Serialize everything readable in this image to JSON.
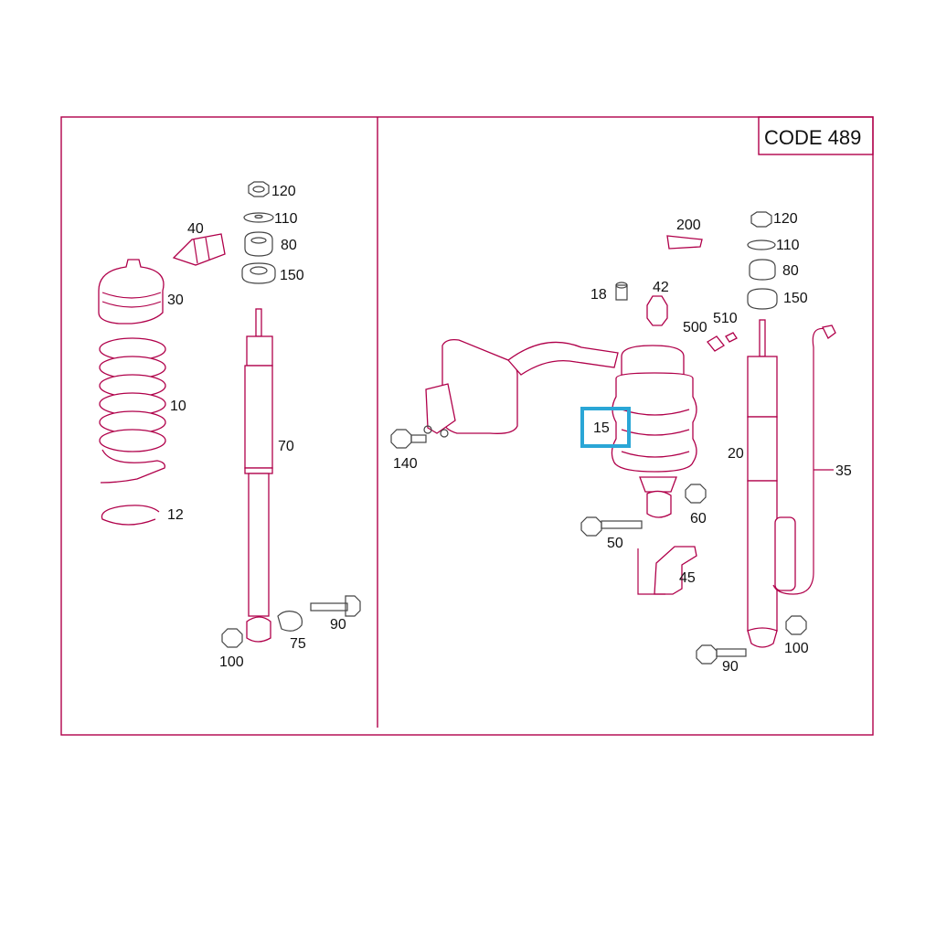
{
  "code_box": {
    "text": "CODE 489"
  },
  "labels": {
    "l_120": "120",
    "l_110": "110",
    "l_80": "80",
    "l_150": "150",
    "l_40": "40",
    "l_30": "30",
    "l_10": "10",
    "l_12": "12",
    "l_70": "70",
    "l_90": "90",
    "l_75": "75",
    "l_100": "100",
    "r_200": "200",
    "r_120": "120",
    "r_110": "110",
    "r_80": "80",
    "r_150": "150",
    "r_18": "18",
    "r_42": "42",
    "r_500": "500",
    "r_510": "510",
    "r_15": "15",
    "r_140": "140",
    "r_50": "50",
    "r_60": "60",
    "r_45": "45",
    "r_20": "20",
    "r_35": "35",
    "r_100": "100",
    "r_90": "90"
  },
  "highlight": {
    "part": "15",
    "color": "#2aa6d6"
  },
  "colors": {
    "line": "#b0004a",
    "highlight": "#2aa6d6"
  }
}
